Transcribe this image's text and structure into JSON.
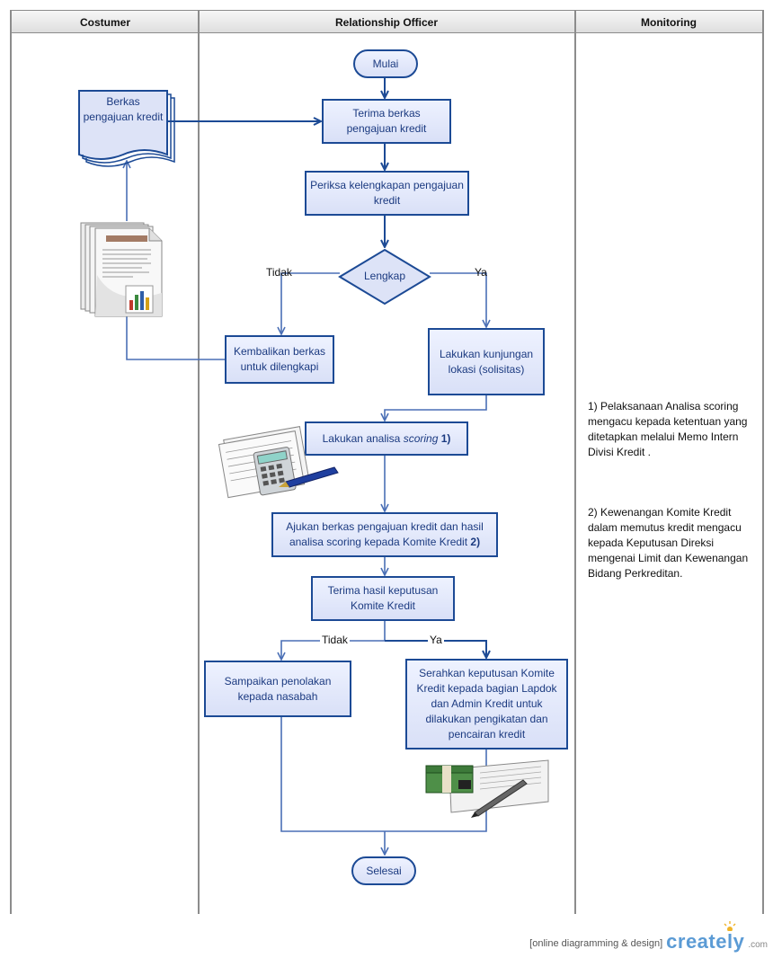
{
  "lanes": {
    "costumer": "Costumer",
    "relationship_officer": "Relationship Officer",
    "monitoring": "Monitoring"
  },
  "nodes": {
    "mulai": "Mulai",
    "berkas": "Berkas pengajuan kredit",
    "terima_berkas": "Terima berkas pengajuan kredit",
    "periksa": "Periksa kelengkapan pengajuan kredit",
    "lengkap": "Lengkap",
    "kembalikan": "Kembalikan berkas untuk dilengkapi",
    "kunjungan": "Lakukan kunjungan lokasi (solisitas)",
    "scoring_prefix": "Lakukan analisa ",
    "scoring_italic": "scoring",
    "scoring_ref": "1)",
    "ajukan_prefix": "Ajukan berkas pengajuan kredit dan hasil analisa scoring kepada Komite Kredit ",
    "ajukan_ref": "2)",
    "terima_hasil": "Terima hasil keputusan Komite Kredit",
    "penolakan": "Sampaikan penolakan kepada nasabah",
    "serahkan": "Serahkan keputusan Komite Kredit kepada bagian Lapdok dan Admin Kredit untuk dilakukan pengikatan dan pencairan kredit",
    "selesai": "Selesai"
  },
  "edge_labels": {
    "tidak_1": "Tidak",
    "ya_1": "Ya",
    "tidak_2": "Tidak",
    "ya_2": "Ya"
  },
  "notes": {
    "note1": "1) Pelaksanaan Analisa scoring mengacu kepada ketentuan yang ditetapkan melalui Memo Intern Divisi Kredit .",
    "note2": "2) Kewenangan Komite Kredit dalam memutus kredit mengacu kepada Keputusan Direksi mengenai Limit dan Kewenangan Bidang Perkreditan."
  },
  "footer": {
    "tagline": "[online diagramming & design]",
    "brand": "creately",
    "brand_suffix": ".com"
  },
  "colors": {
    "box_border": "#1c4a95",
    "box_fill": "#d9e0f7",
    "arrow": "#1c4a95",
    "connector": "#5b7fc0"
  },
  "icons": [
    "document-stack-icon",
    "calculator-pen-icon",
    "money-document-icon"
  ]
}
